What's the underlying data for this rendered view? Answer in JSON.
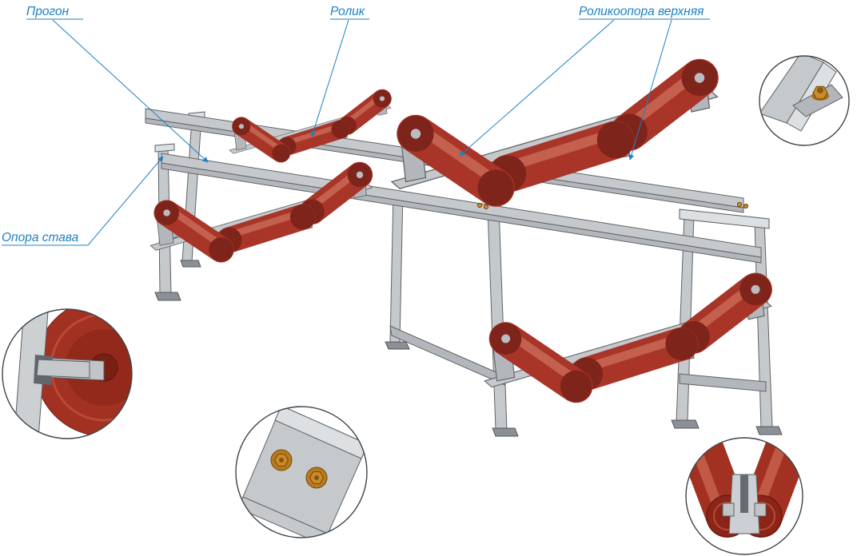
{
  "diagram": {
    "background_color": "#ffffff",
    "labels": {
      "purlin": "Прогон",
      "roller": "Ролик",
      "upper_roller_support": "Роликоопора верхняя",
      "stand_support": "Опора става"
    },
    "colors": {
      "label_accent": "#1b80c4",
      "roller_red": "#a93529",
      "roller_red_dark": "#7e241a",
      "roller_red_highlight": "#c4604e",
      "frame_gray": "#c6c9cc",
      "frame_edge": "#5f6367",
      "bolt_orange": "#cd8a28"
    }
  }
}
